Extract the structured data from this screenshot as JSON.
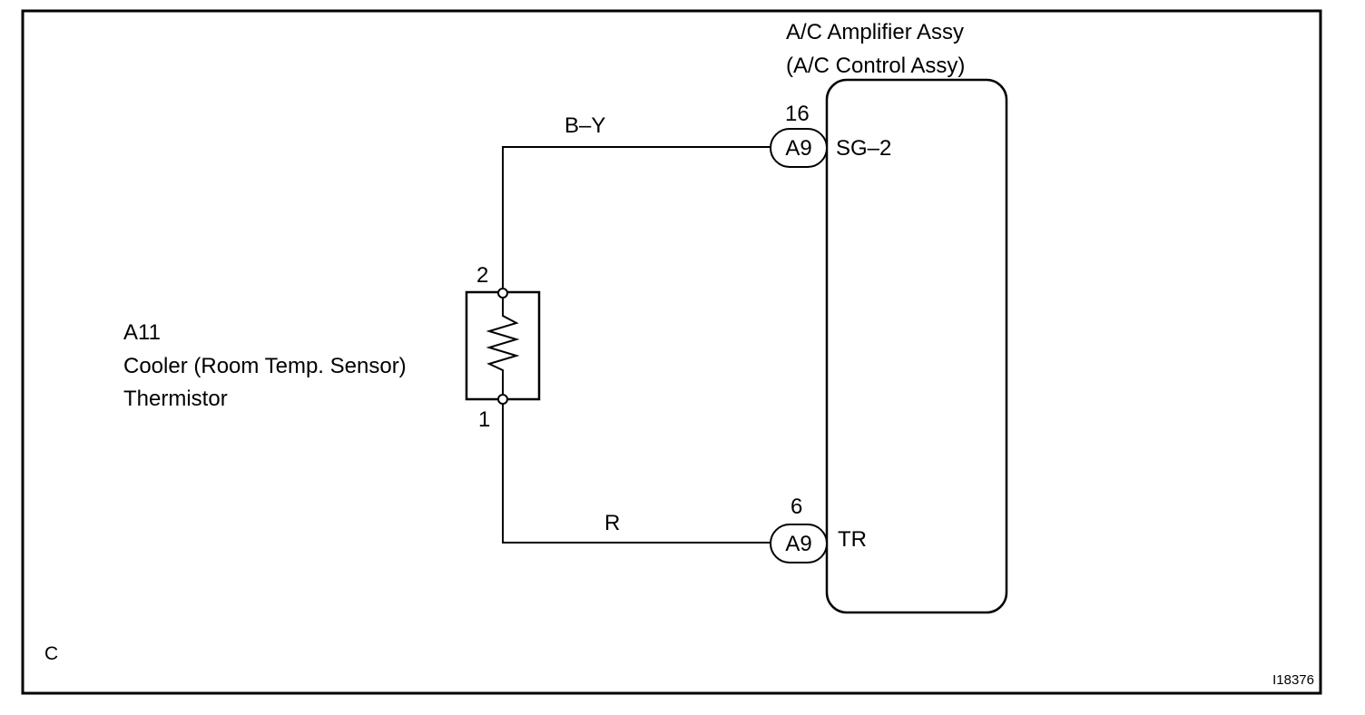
{
  "amplifier": {
    "name_line1": "A/C Amplifier Assy",
    "name_line2": "(A/C Control Assy)",
    "terminals": [
      {
        "pin": "16",
        "connector": "A9",
        "signal": "SG–2"
      },
      {
        "pin": "6",
        "connector": "A9",
        "signal": "TR"
      }
    ]
  },
  "thermistor": {
    "code": "A11",
    "name_line1": "Cooler (Room Temp. Sensor)",
    "name_line2": "Thermistor",
    "pin_top": "2",
    "pin_bottom": "1"
  },
  "wires": {
    "top_color": "B–Y",
    "bottom_color": "R"
  },
  "corner_label": "C",
  "figure_id": "I18376"
}
